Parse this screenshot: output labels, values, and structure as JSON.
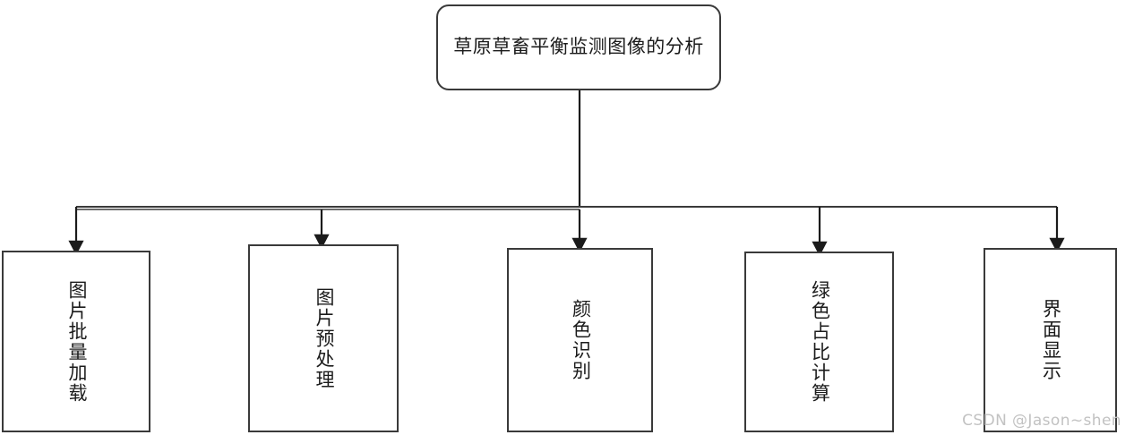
{
  "diagram": {
    "title": "草原草畜平衡监测图像的分析",
    "root": {
      "label": "草原草畜平衡监测图像的分析",
      "shape": "rounded-rectangle"
    },
    "children": [
      {
        "label": "图片批量加载",
        "order": 1
      },
      {
        "label": "图片预处理",
        "order": 2
      },
      {
        "label": "颜色识别",
        "order": 3
      },
      {
        "label": "绿色占比计算",
        "order": 4
      },
      {
        "label": "界面显示",
        "order": 5
      }
    ],
    "colors": {
      "stroke": "#3a3a3a",
      "text": "#1b1b1b",
      "background": "#ffffff",
      "watermark": "#c2c2c2"
    }
  },
  "watermark": {
    "text": "CSDN @Jason~shen"
  }
}
